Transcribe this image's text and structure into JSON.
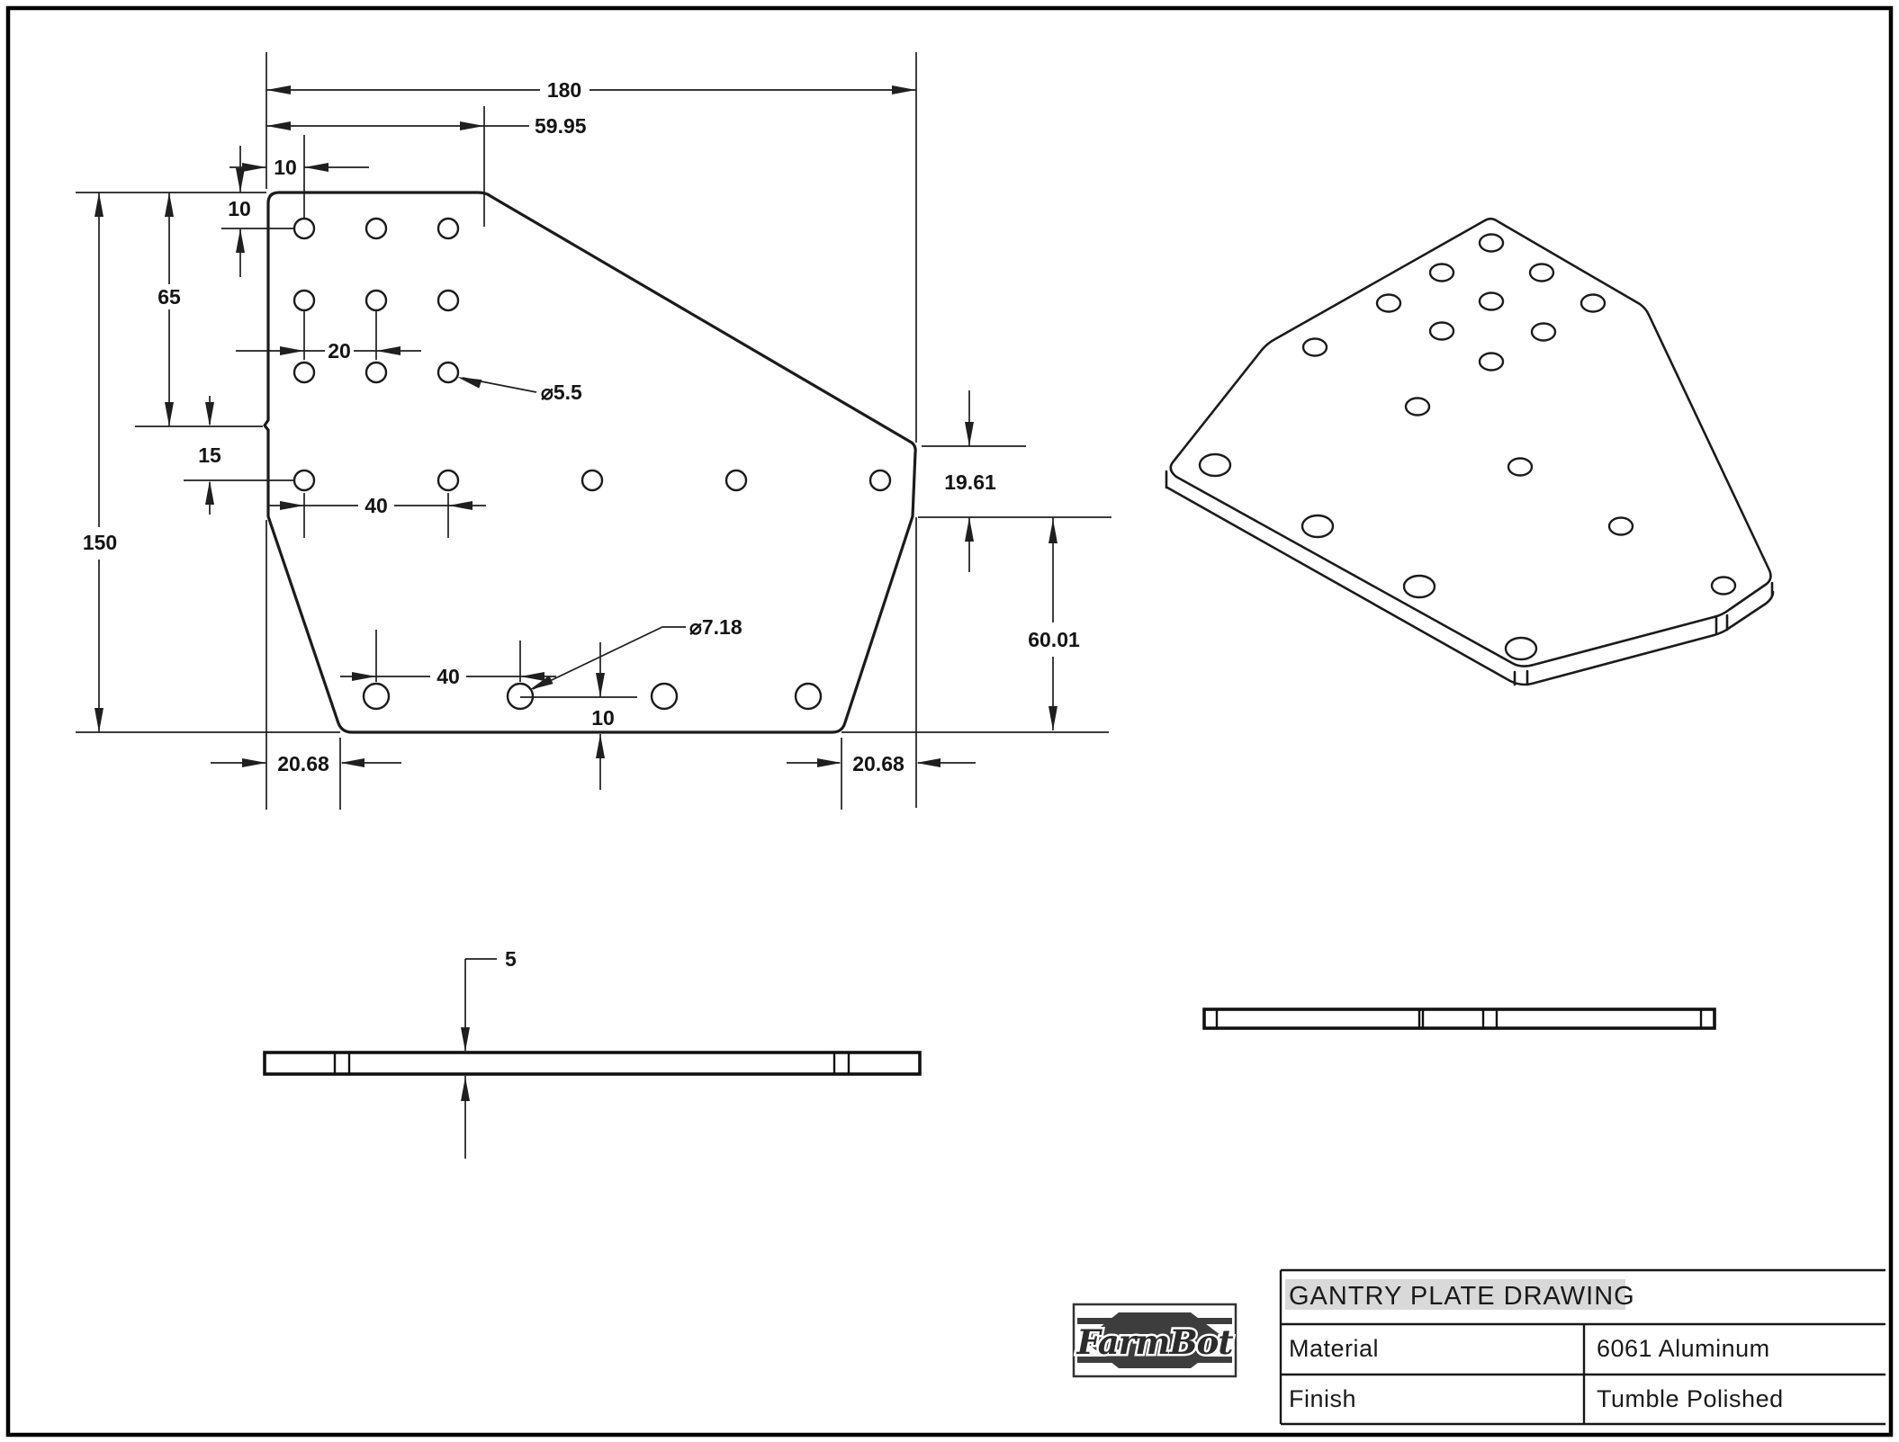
{
  "drawing": {
    "front_view": {
      "dims": {
        "total_width": "180",
        "upper_width": "59.95",
        "hole_inset_x": "10",
        "hole_inset_y": "10",
        "cluster_height": "65",
        "cluster_pitch": "20",
        "left_step": "15",
        "total_height": "150",
        "small_hole_dia": "⌀5.5",
        "row4_pitch": "40",
        "right_notch": "19.61",
        "right_height": "60.01",
        "large_hole_dia": "⌀7.18",
        "row5_pitch": "40",
        "bottom_inset": "10",
        "bottom_left_offset": "20.68",
        "bottom_right_offset": "20.68"
      }
    },
    "side_view": {
      "thickness": "5"
    },
    "title_block": {
      "title": "GANTRY PLATE DRAWING",
      "material_label": "Material",
      "material_value": "6061 Aluminum",
      "finish_label": "Finish",
      "finish_value": "Tumble Polished",
      "logo_text": "FarmBot"
    }
  }
}
